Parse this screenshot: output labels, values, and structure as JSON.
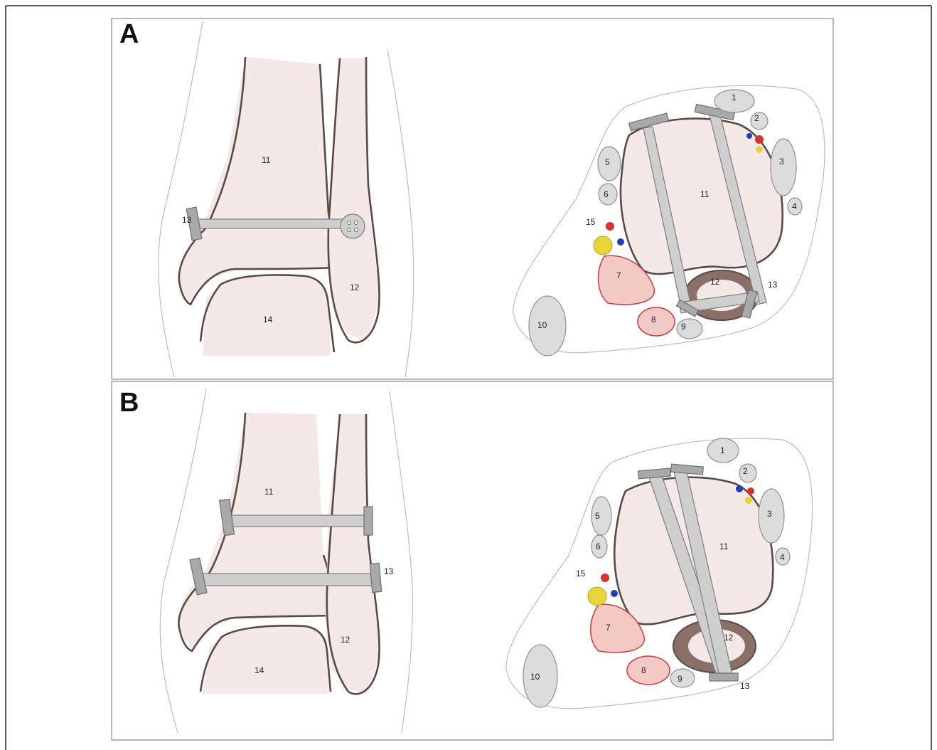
{
  "panels": [
    {
      "id": "A",
      "label": "A"
    },
    {
      "id": "B",
      "label": "B"
    }
  ],
  "labels": {
    "n1": "1",
    "n2": "2",
    "n3": "3",
    "n4": "4",
    "n5": "5",
    "n6": "6",
    "n7": "7",
    "n8": "8",
    "n9": "9",
    "n10": "10",
    "n11": "11",
    "n12": "12",
    "n13": "13",
    "n14": "14",
    "n15": "15"
  },
  "colors": {
    "bone_outline": "#5a4a45",
    "bone_fill": "#f4e9e6",
    "tendon": "#dcdcdc",
    "screw": "#cfcfcf",
    "plate": "#a9a9a9",
    "artery": "#d93030",
    "vein": "#1f3fb0",
    "nerve": "#e9d43a",
    "muscle": "#f2c9c5"
  }
}
